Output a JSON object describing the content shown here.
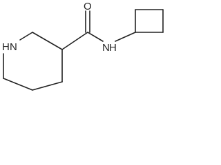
{
  "molecule": {
    "atoms": {
      "oxygen": "O",
      "amide_nitrogen": "N",
      "amide_hydrogen": "H",
      "ring_nitrogen": "N",
      "ring_hydrogen": "H"
    }
  },
  "colors": {
    "bond": "#222222",
    "label": "#222222",
    "background": "#ffffff"
  }
}
